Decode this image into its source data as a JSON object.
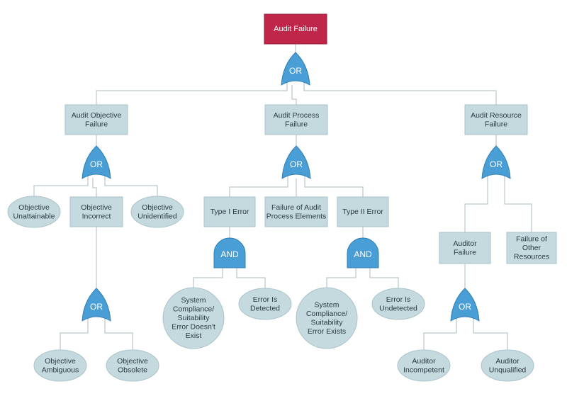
{
  "colors": {
    "top_fill": "#c0264a",
    "top_border": "#9a1c3a",
    "box_fill": "#c5dadf",
    "box_border": "#a9c3c9",
    "ellipse_fill": "#c5dadf",
    "ellipse_border": "#a9c3c9",
    "gate_fill": "#4a9ed6",
    "gate_border": "#2f7fb7",
    "connector": "#b9c6cc",
    "text": "#2b3a42"
  },
  "nodes": [
    {
      "id": "audit-failure",
      "shape": "top",
      "lines": [
        "Audit Failure"
      ]
    },
    {
      "id": "gate-or-top",
      "shape": "or",
      "lines": [
        "OR"
      ]
    },
    {
      "id": "audit-objective-failure",
      "shape": "rect",
      "lines": [
        "Audit Objective",
        "Failure"
      ]
    },
    {
      "id": "audit-process-failure",
      "shape": "rect",
      "lines": [
        "Audit Process",
        "Failure"
      ]
    },
    {
      "id": "audit-resource-failure",
      "shape": "rect",
      "lines": [
        "Audit Resource",
        "Failure"
      ]
    },
    {
      "id": "gate-or-objective",
      "shape": "or",
      "lines": [
        "OR"
      ]
    },
    {
      "id": "gate-or-process",
      "shape": "or",
      "lines": [
        "OR"
      ]
    },
    {
      "id": "gate-or-resource",
      "shape": "or",
      "lines": [
        "OR"
      ]
    },
    {
      "id": "objective-unattainable",
      "shape": "ellipse",
      "lines": [
        "Objective",
        "Unattainable"
      ]
    },
    {
      "id": "objective-incorrect",
      "shape": "rect",
      "lines": [
        "Objective",
        "Incorrect"
      ]
    },
    {
      "id": "objective-unidentified",
      "shape": "ellipse",
      "lines": [
        "Objective",
        "Unidentified"
      ]
    },
    {
      "id": "type-i-error",
      "shape": "rect",
      "lines": [
        "Type I Error"
      ]
    },
    {
      "id": "failure-audit-process-elements",
      "shape": "rect",
      "lines": [
        "Failure of Audit",
        "Process Elements"
      ]
    },
    {
      "id": "type-ii-error",
      "shape": "rect",
      "lines": [
        "Type II Error"
      ]
    },
    {
      "id": "auditor-failure",
      "shape": "rect",
      "lines": [
        "Auditor",
        "Failure"
      ]
    },
    {
      "id": "failure-other-resources",
      "shape": "rect",
      "lines": [
        "Failure of",
        "Other",
        "Resources"
      ]
    },
    {
      "id": "gate-and-type-i",
      "shape": "and",
      "lines": [
        "AND"
      ]
    },
    {
      "id": "gate-and-type-ii",
      "shape": "and",
      "lines": [
        "AND"
      ]
    },
    {
      "id": "system-compliance-not-exist",
      "shape": "circle",
      "lines": [
        "System",
        "Compliance/",
        "Suitability",
        "Error Doesn't",
        "Exist"
      ]
    },
    {
      "id": "error-is-detected",
      "shape": "ellipse",
      "lines": [
        "Error Is",
        "Detected"
      ]
    },
    {
      "id": "system-compliance-exists",
      "shape": "circle",
      "lines": [
        "System",
        "Compliance/",
        "Suitability",
        "Error Exists"
      ]
    },
    {
      "id": "error-is-undetected",
      "shape": "ellipse",
      "lines": [
        "Error Is",
        "Undetected"
      ]
    },
    {
      "id": "gate-or-incorrect",
      "shape": "or",
      "lines": [
        "OR"
      ]
    },
    {
      "id": "gate-or-auditor",
      "shape": "or",
      "lines": [
        "OR"
      ]
    },
    {
      "id": "objective-ambiguous",
      "shape": "ellipse",
      "lines": [
        "Objective",
        "Ambiguous"
      ]
    },
    {
      "id": "objective-obsolete",
      "shape": "ellipse",
      "lines": [
        "Objective",
        "Obsolete"
      ]
    },
    {
      "id": "auditor-incompetent",
      "shape": "ellipse",
      "lines": [
        "Auditor",
        "Incompetent"
      ]
    },
    {
      "id": "auditor-unqualified",
      "shape": "ellipse",
      "lines": [
        "Auditor",
        "Unqualified"
      ]
    }
  ],
  "edges": [
    [
      "audit-failure",
      "gate-or-top"
    ],
    [
      "gate-or-top",
      "audit-objective-failure"
    ],
    [
      "gate-or-top",
      "audit-process-failure"
    ],
    [
      "gate-or-top",
      "audit-resource-failure"
    ],
    [
      "audit-objective-failure",
      "gate-or-objective"
    ],
    [
      "audit-process-failure",
      "gate-or-process"
    ],
    [
      "audit-resource-failure",
      "gate-or-resource"
    ],
    [
      "gate-or-objective",
      "objective-unattainable"
    ],
    [
      "gate-or-objective",
      "objective-incorrect"
    ],
    [
      "gate-or-objective",
      "objective-unidentified"
    ],
    [
      "gate-or-process",
      "type-i-error"
    ],
    [
      "gate-or-process",
      "failure-audit-process-elements"
    ],
    [
      "gate-or-process",
      "type-ii-error"
    ],
    [
      "gate-or-resource",
      "auditor-failure"
    ],
    [
      "gate-or-resource",
      "failure-other-resources"
    ],
    [
      "type-i-error",
      "gate-and-type-i"
    ],
    [
      "type-ii-error",
      "gate-and-type-ii"
    ],
    [
      "gate-and-type-i",
      "system-compliance-not-exist"
    ],
    [
      "gate-and-type-i",
      "error-is-detected"
    ],
    [
      "gate-and-type-ii",
      "system-compliance-exists"
    ],
    [
      "gate-and-type-ii",
      "error-is-undetected"
    ],
    [
      "objective-incorrect",
      "gate-or-incorrect"
    ],
    [
      "auditor-failure",
      "gate-or-auditor"
    ],
    [
      "gate-or-incorrect",
      "objective-ambiguous"
    ],
    [
      "gate-or-incorrect",
      "objective-obsolete"
    ],
    [
      "gate-or-auditor",
      "auditor-incompetent"
    ],
    [
      "gate-or-auditor",
      "auditor-unqualified"
    ]
  ]
}
